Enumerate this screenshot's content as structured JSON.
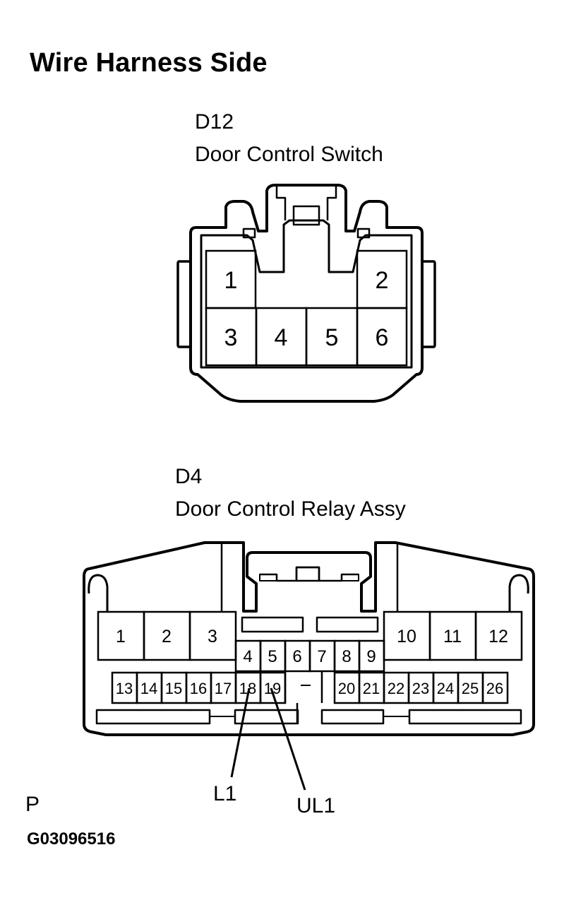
{
  "title": "Wire Harness Side",
  "connectors": [
    {
      "code": "D12",
      "name": "Door Control Switch",
      "pins": [
        "1",
        "2",
        "3",
        "4",
        "5",
        "6"
      ]
    },
    {
      "code": "D4",
      "name": "Door Control Relay Assy",
      "pins_top": [
        "1",
        "2",
        "3",
        "10",
        "11",
        "12"
      ],
      "pins_mid": [
        "4",
        "5",
        "6",
        "7",
        "8",
        "9"
      ],
      "pins_bottom": [
        "13",
        "14",
        "15",
        "16",
        "17",
        "18",
        "19",
        "20",
        "21",
        "22",
        "23",
        "24",
        "25",
        "26"
      ],
      "callouts": [
        "L1",
        "UL1"
      ]
    }
  ],
  "corner_mark": "P",
  "figure_id": "G03096516"
}
